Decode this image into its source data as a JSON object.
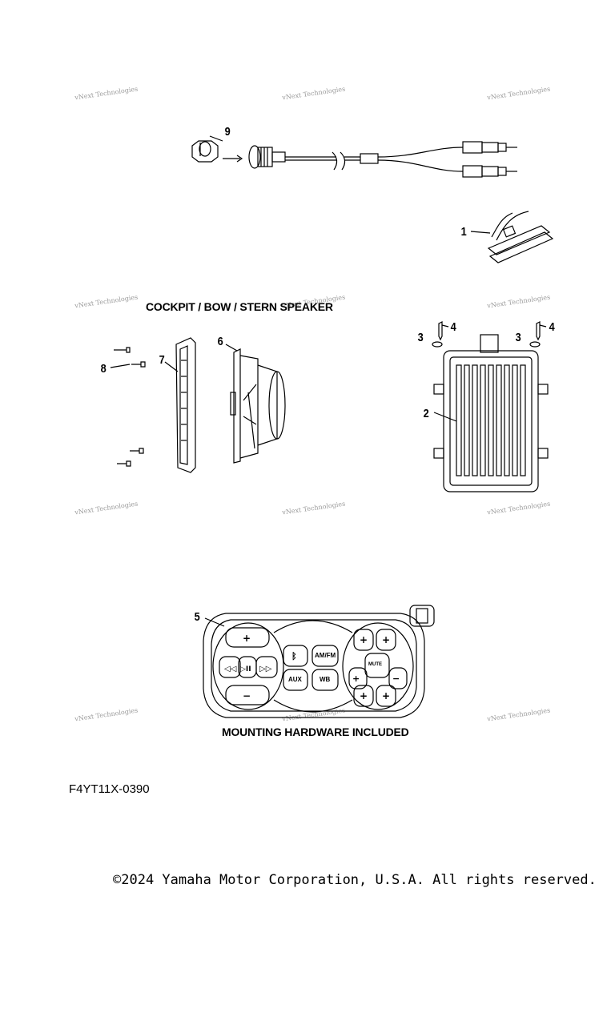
{
  "watermark": "vNext Technologies",
  "headings": {
    "speaker": "COCKPIT / BOW / STERN SPEAKER",
    "hardware": "MOUNTING HARDWARE INCLUDED"
  },
  "callouts": [
    "9",
    "1",
    "4",
    "3",
    "4",
    "3",
    "2",
    "6",
    "7",
    "8",
    "5"
  ],
  "remote_button_labels": {
    "mute": "MUTE",
    "aux": "AUX",
    "wb": "WB",
    "am_fm": "AM/FM"
  },
  "diagram_code": "F4YT11X-0390",
  "copyright": "©2024 Yamaha Motor Corporation, U.S.A. All rights reserved."
}
